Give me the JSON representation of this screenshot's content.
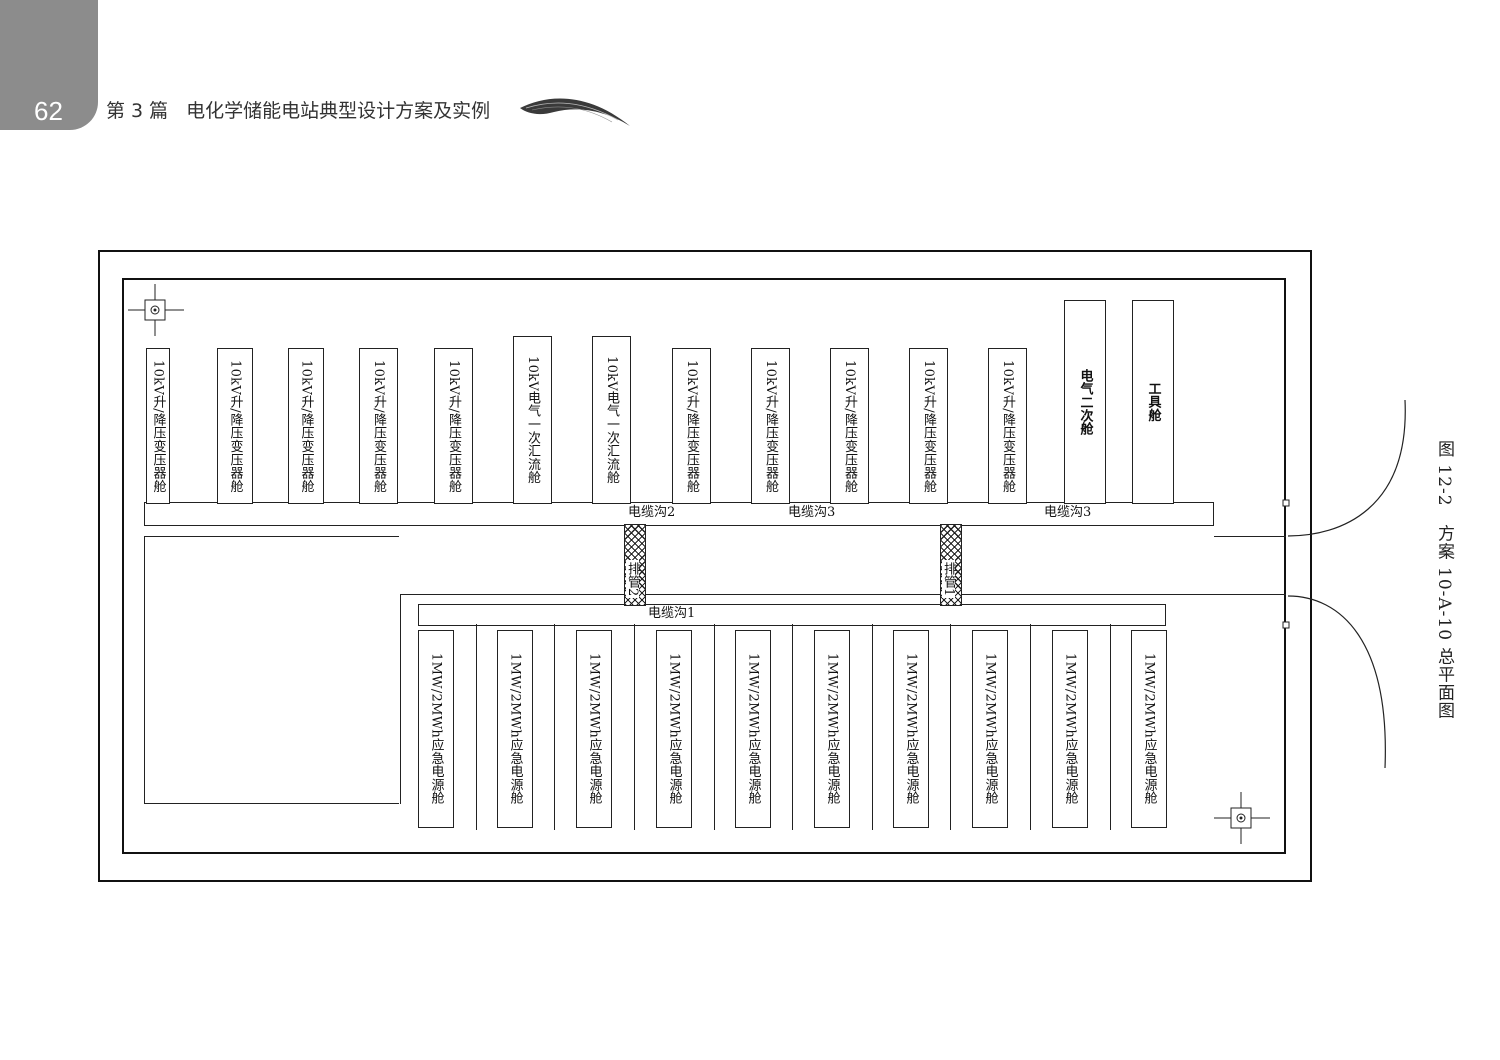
{
  "header": {
    "page_number": "62",
    "part": "第 3 篇",
    "title": "电化学储能电站典型设计方案及实例"
  },
  "figure": {
    "caption": "图 12-2　方案 10-A-10 总平面图"
  },
  "plan": {
    "top_modules": [
      {
        "label": "10kV升/降压变压器舱"
      },
      {
        "label": "10kV升/降压变压器舱"
      },
      {
        "label": "10kV升/降压变压器舱"
      },
      {
        "label": "10kV升/降压变压器舱"
      },
      {
        "label": "10kV升/降压变压器舱"
      },
      {
        "label": "10kV电气一次汇流舱"
      },
      {
        "label": "10kV电气一次汇流舱"
      },
      {
        "label": "10kV升/降压变压器舱"
      },
      {
        "label": "10kV升/降压变压器舱"
      },
      {
        "label": "10kV升/降压变压器舱"
      },
      {
        "label": "10kV升/降压变压器舱"
      },
      {
        "label": "10kV升/降压变压器舱"
      },
      {
        "label": "电气二次舱"
      },
      {
        "label": "工具舱"
      }
    ],
    "bottom_modules": [
      {
        "label": "1MW/2MWh应急电源舱"
      },
      {
        "label": "1MW/2MWh应急电源舱"
      },
      {
        "label": "1MW/2MWh应急电源舱"
      },
      {
        "label": "1MW/2MWh应急电源舱"
      },
      {
        "label": "1MW/2MWh应急电源舱"
      },
      {
        "label": "1MW/2MWh应急电源舱"
      },
      {
        "label": "1MW/2MWh应急电源舱"
      },
      {
        "label": "1MW/2MWh应急电源舱"
      },
      {
        "label": "1MW/2MWh应急电源舱"
      },
      {
        "label": "1MW/2MWh应急电源舱"
      }
    ],
    "trenches": {
      "upper_labels": [
        "电缆沟2",
        "电缆沟3",
        "电缆沟3"
      ],
      "lower_label": "电缆沟1"
    },
    "pipes": [
      "排管2",
      "排管1"
    ]
  }
}
